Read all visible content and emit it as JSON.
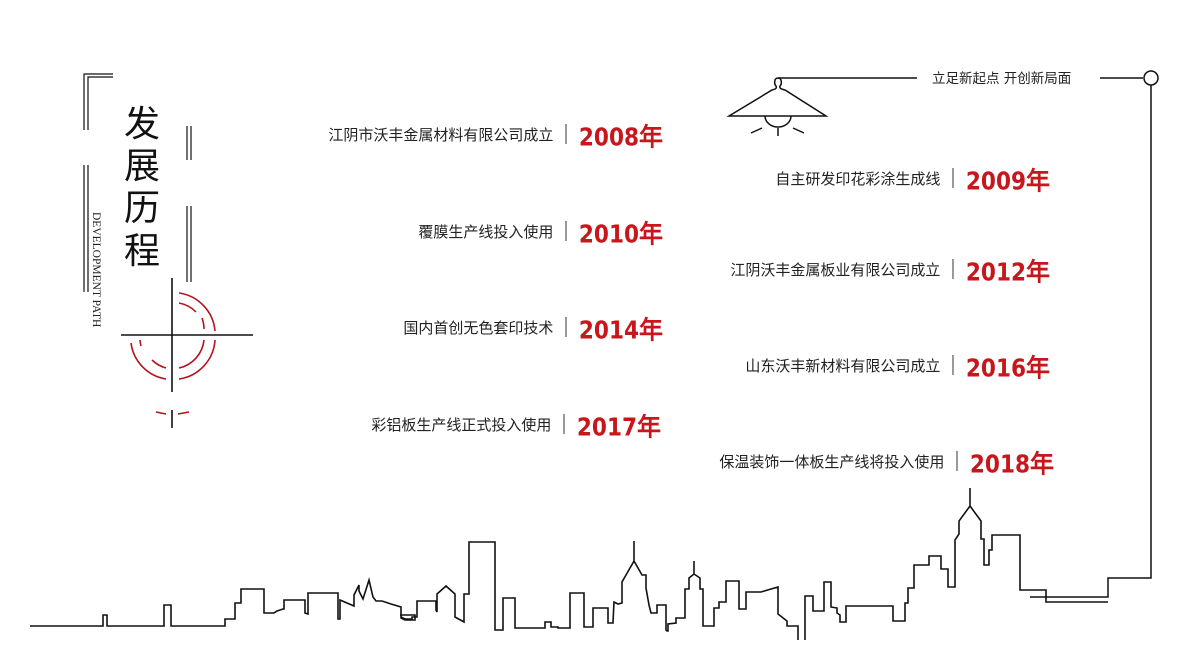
{
  "header": {
    "title_chars": [
      "发",
      "展",
      "历",
      "程"
    ],
    "title": "发展历程",
    "subtitle": "DEVELOPMENT PATH",
    "slogan": "立足新起点 开创新局面"
  },
  "colors": {
    "accent": "#c8161d",
    "line": "#111111",
    "separator": "#999999",
    "text": "#222222"
  },
  "milestones": [
    {
      "description": "江阴市沃丰金属材料有限公司成立",
      "year": "2008年"
    },
    {
      "description": "自主研发印花彩涂生成线",
      "year": "2009年"
    },
    {
      "description": "覆膜生产线投入使用",
      "year": "2010年"
    },
    {
      "description": "江阴沃丰金属板业有限公司成立",
      "year": "2012年"
    },
    {
      "description": "国内首创无色套印技术",
      "year": "2014年"
    },
    {
      "description": "山东沃丰新材料有限公司成立",
      "year": "2016年"
    },
    {
      "description": "彩铝板生产线正式投入使用",
      "year": "2017年"
    },
    {
      "description": "保温装饰一体板生产线将投入使用",
      "year": "2018年"
    }
  ],
  "icons": {
    "lamp": "pendant-lamp-icon",
    "crosshair": "crosshair-target-icon",
    "skyline": "city-skyline-line-art",
    "endpoint": "circle-node-icon"
  }
}
